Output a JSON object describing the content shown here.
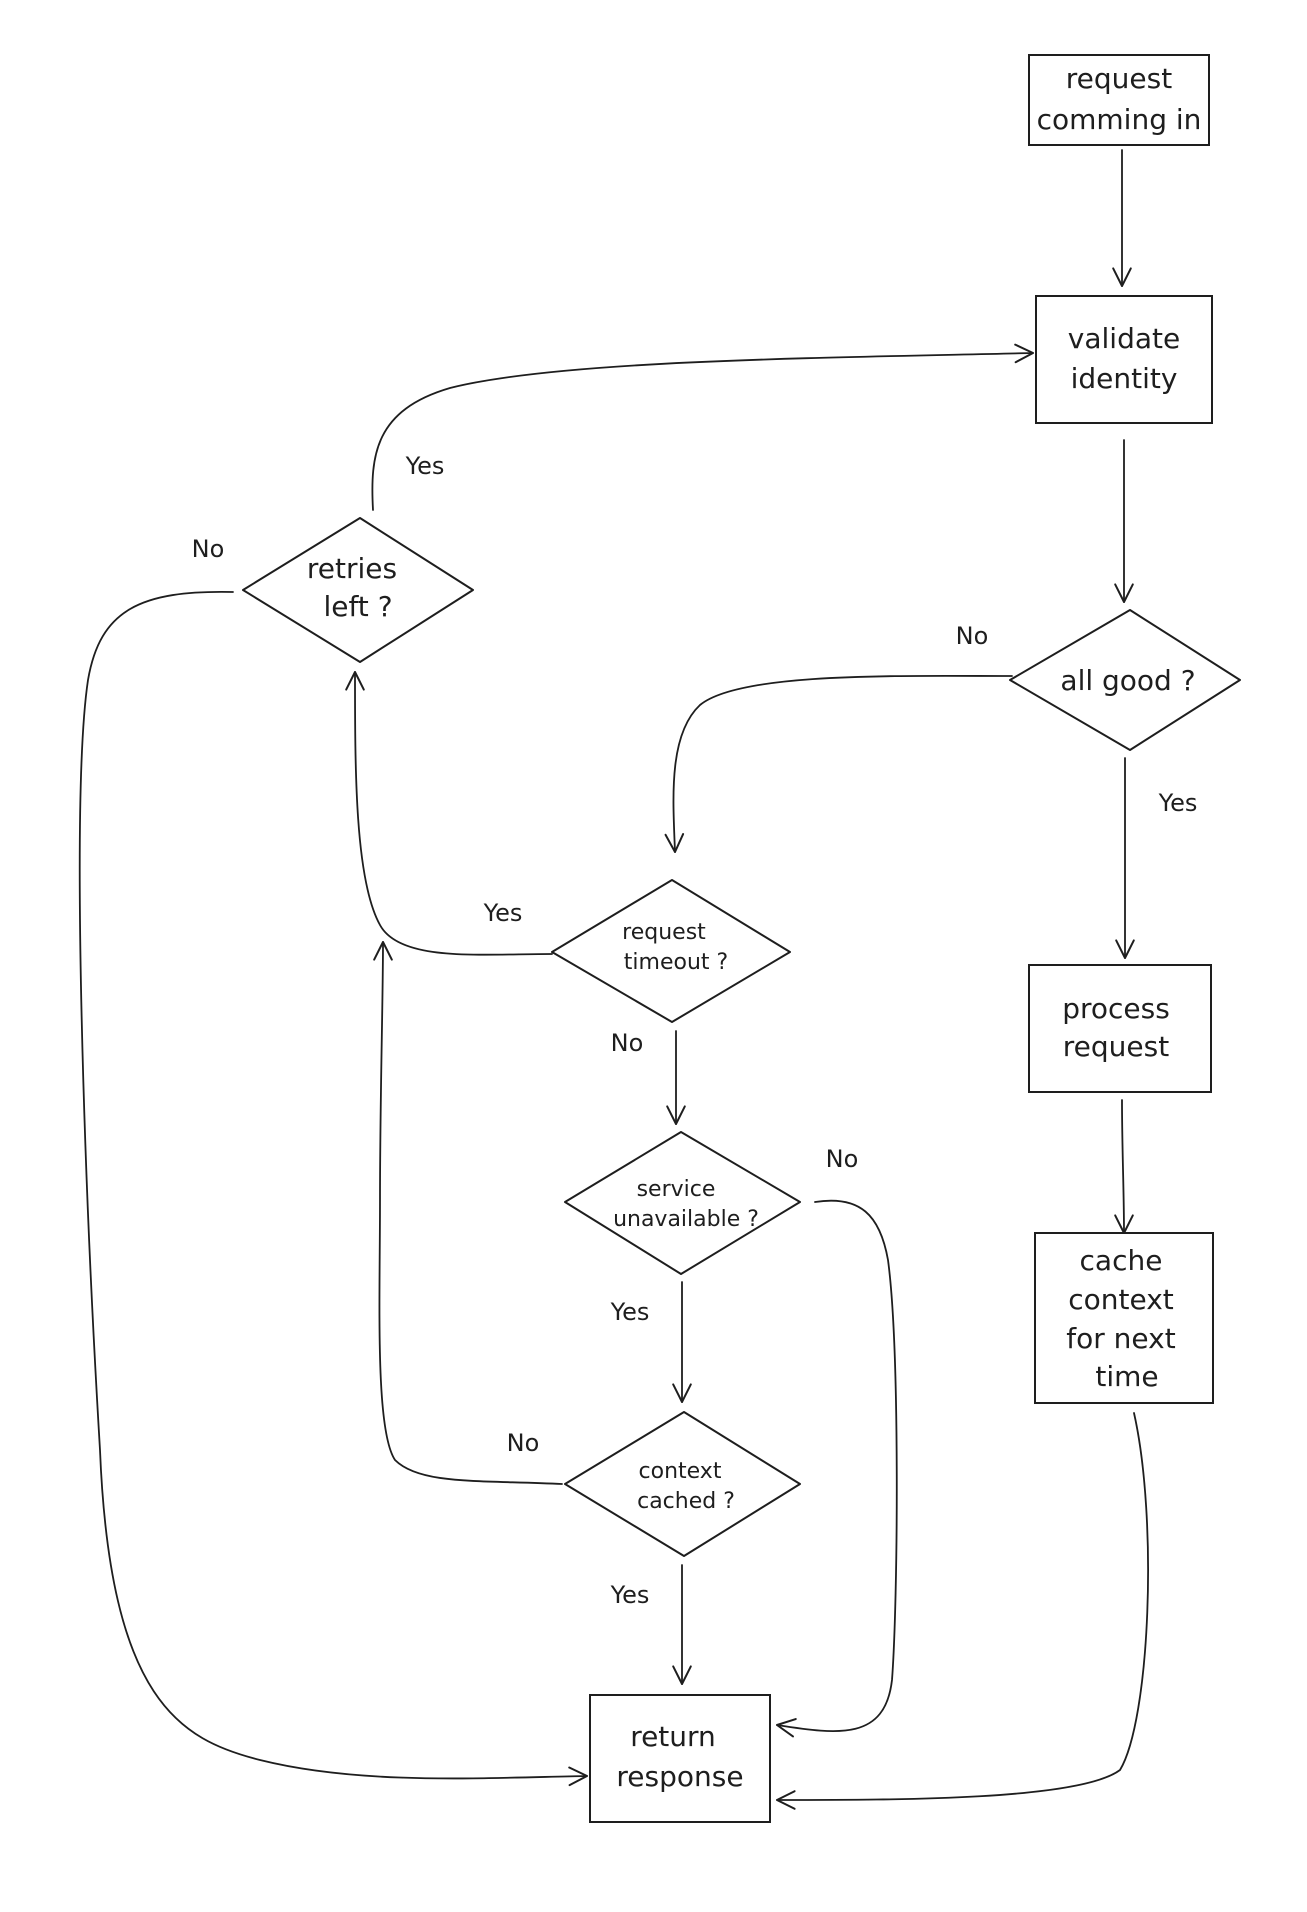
{
  "nodes": {
    "request_in": {
      "lines": [
        "request",
        "comming in"
      ]
    },
    "validate": {
      "lines": [
        "validate",
        "identity"
      ]
    },
    "all_good": {
      "lines": [
        "all good ?"
      ]
    },
    "process": {
      "lines": [
        "process",
        "request"
      ]
    },
    "cache_ctx": {
      "lines": [
        "cache",
        "context",
        "for next",
        "time"
      ]
    },
    "retries": {
      "lines": [
        "retries",
        "left ?"
      ]
    },
    "timeout": {
      "lines": [
        "request",
        "timeout ?"
      ]
    },
    "unavailable": {
      "lines": [
        "service",
        "unavailable ?"
      ]
    },
    "ctx_cached": {
      "lines": [
        "context",
        "cached ?"
      ]
    },
    "return_resp": {
      "lines": [
        "return",
        "response"
      ]
    }
  },
  "labels": {
    "all_good_no": "No",
    "all_good_yes": "Yes",
    "retries_yes": "Yes",
    "retries_no": "No",
    "timeout_yes": "Yes",
    "timeout_no": "No",
    "unavailable_no": "No",
    "unavailable_yes": "Yes",
    "ctx_cached_no": "No",
    "ctx_cached_yes": "Yes"
  }
}
